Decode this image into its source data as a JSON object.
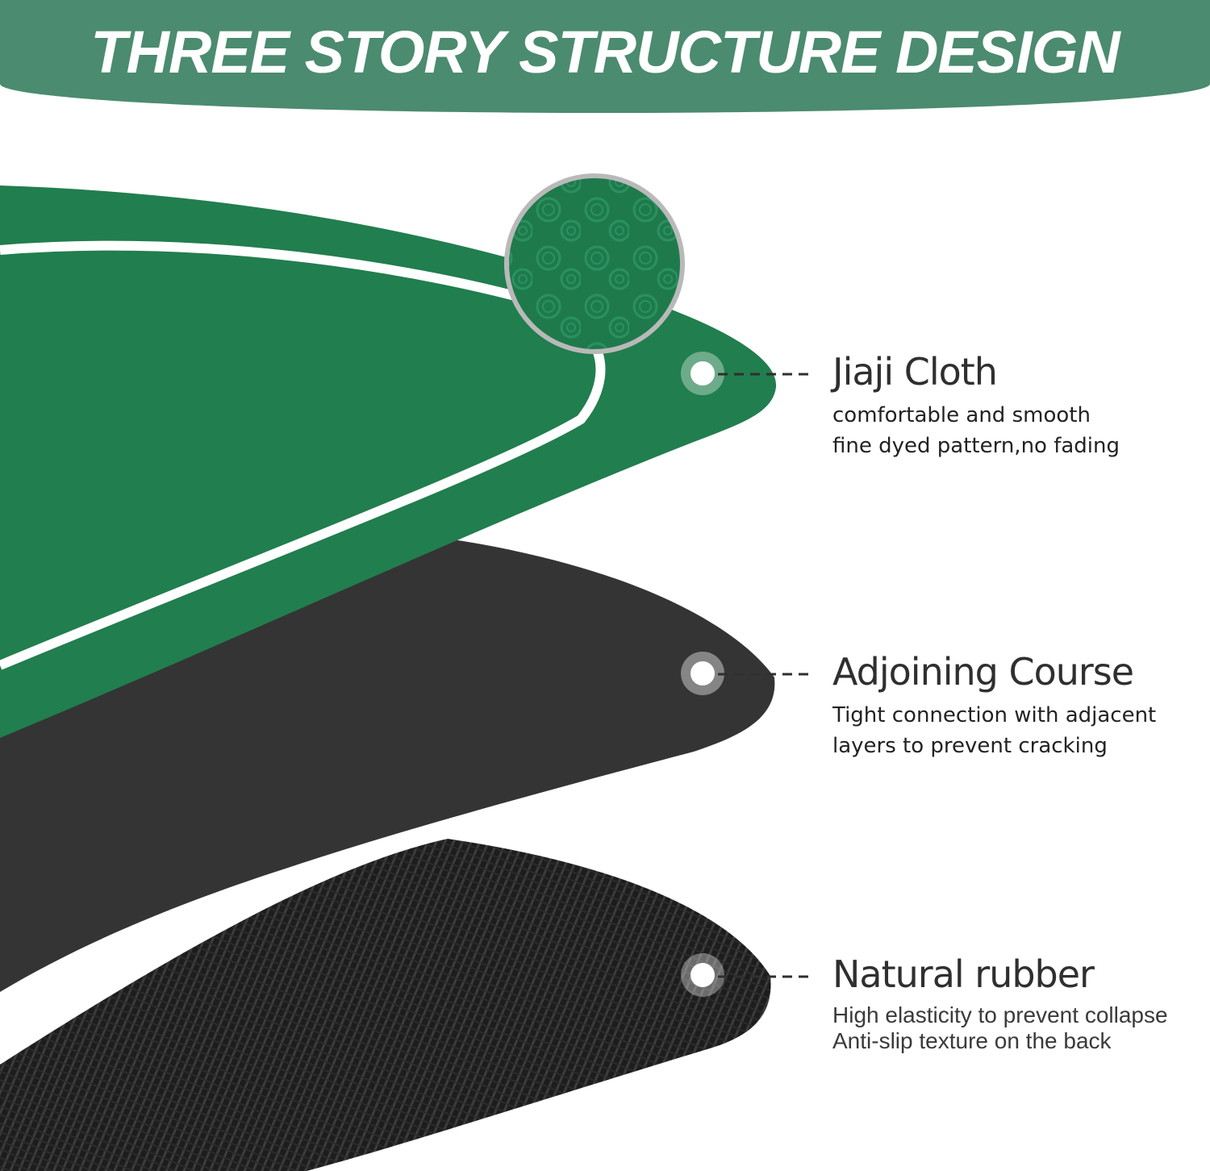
{
  "header": {
    "title": "THREE STORY STRUCTURE DESIGN"
  },
  "colors": {
    "banner": "#4b8b6f",
    "cloth_green": "#217e4e",
    "middle_layer": "#343434",
    "rubber_layer": "#1e1e1e"
  },
  "layers": [
    {
      "title": "Jiaji Cloth",
      "lines": [
        "comfortable and smooth",
        "fine dyed pattern,no fading"
      ]
    },
    {
      "title": "Adjoining Course",
      "lines": [
        "Tight connection with adjacent",
        "layers to prevent cracking"
      ]
    },
    {
      "title": "Natural rubber",
      "lines": [
        "High elasticity to prevent collapse",
        "Anti-slip texture on the back"
      ]
    }
  ]
}
